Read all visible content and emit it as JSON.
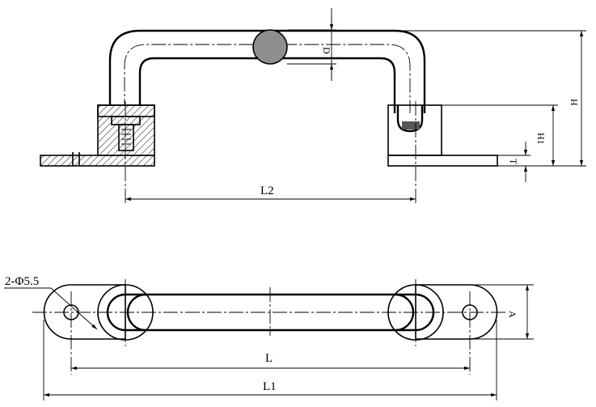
{
  "labels": {
    "l2": "L2",
    "l": "L",
    "l1": "L1",
    "h": "H",
    "h1": "H1",
    "t": "T",
    "d": "D",
    "a": "A",
    "hole_callout": "2-Φ5.5"
  },
  "colors": {
    "line": "#000000",
    "section_fill": "#8e8e8e",
    "background": "#ffffff"
  }
}
